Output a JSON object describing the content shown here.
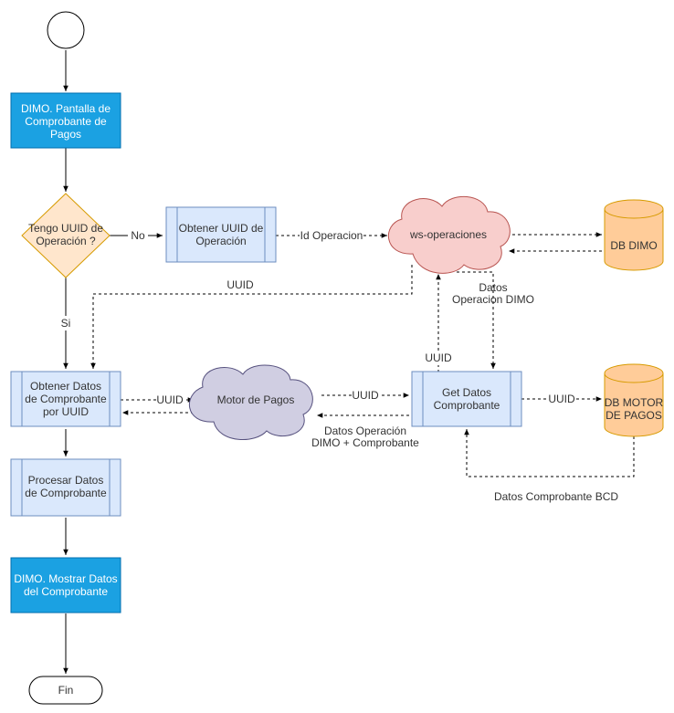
{
  "nodes": {
    "start": {
      "label": ""
    },
    "dimo_pantalla": {
      "lines": [
        "DIMO. Pantalla de",
        "Comprobante de",
        "Pagos"
      ]
    },
    "decision": {
      "lines": [
        "Tengo UUID de",
        "Operación ?"
      ]
    },
    "obtener_uuid": {
      "lines": [
        "Obtener UUID de",
        "Operación"
      ]
    },
    "ws_operaciones": {
      "lines": [
        "ws-operaciones"
      ]
    },
    "db_dimo": {
      "lines": [
        "DB DIMO"
      ]
    },
    "obtener_datos": {
      "lines": [
        "Obtener Datos",
        "de Comprobante",
        "por UUID"
      ]
    },
    "motor_pagos": {
      "lines": [
        "Motor de Pagos"
      ]
    },
    "get_datos": {
      "lines": [
        "Get Datos",
        "Comprobante"
      ]
    },
    "db_motor": {
      "lines": [
        "DB MOTOR",
        "DE PAGOS"
      ]
    },
    "procesar": {
      "lines": [
        "Procesar Datos",
        "de Comprobante"
      ]
    },
    "dimo_mostrar": {
      "lines": [
        "DIMO. Mostrar Datos",
        "del Comprobante"
      ]
    },
    "fin": {
      "lines": [
        "Fin"
      ]
    }
  },
  "edge_labels": {
    "no": "No",
    "si": "Si",
    "id_operacion": "Id Operacion",
    "uuid_ws_to_obtener": "UUID",
    "datos_operacion_dimo": [
      "Datos",
      "Operacion DIMO"
    ],
    "uuid_get_to_ws": "UUID",
    "uuid_obtener_to_motor": "UUID",
    "uuid_motor_to_get": "UUID",
    "datos_operacion_dimo_comprobante": [
      "Datos Operación",
      "DIMO + Comprobante"
    ],
    "uuid_get_to_dbmotor": "UUID",
    "datos_comprobante_bcd": "Datos Comprobante BCD"
  },
  "colors": {
    "blue_fill": "#1ba1e2",
    "blue_stroke": "#006eaf",
    "light_blue_fill": "#dae8fc",
    "light_blue_stroke": "#6c8ebf",
    "orange_fill": "#ffe6cc",
    "orange_stroke": "#d79b00",
    "db_fill": "#ffcc99",
    "pink_cloud": "#f8cecc",
    "pink_cloud_stroke": "#b85450",
    "purple_cloud": "#d0cee2",
    "purple_cloud_stroke": "#56517e"
  }
}
